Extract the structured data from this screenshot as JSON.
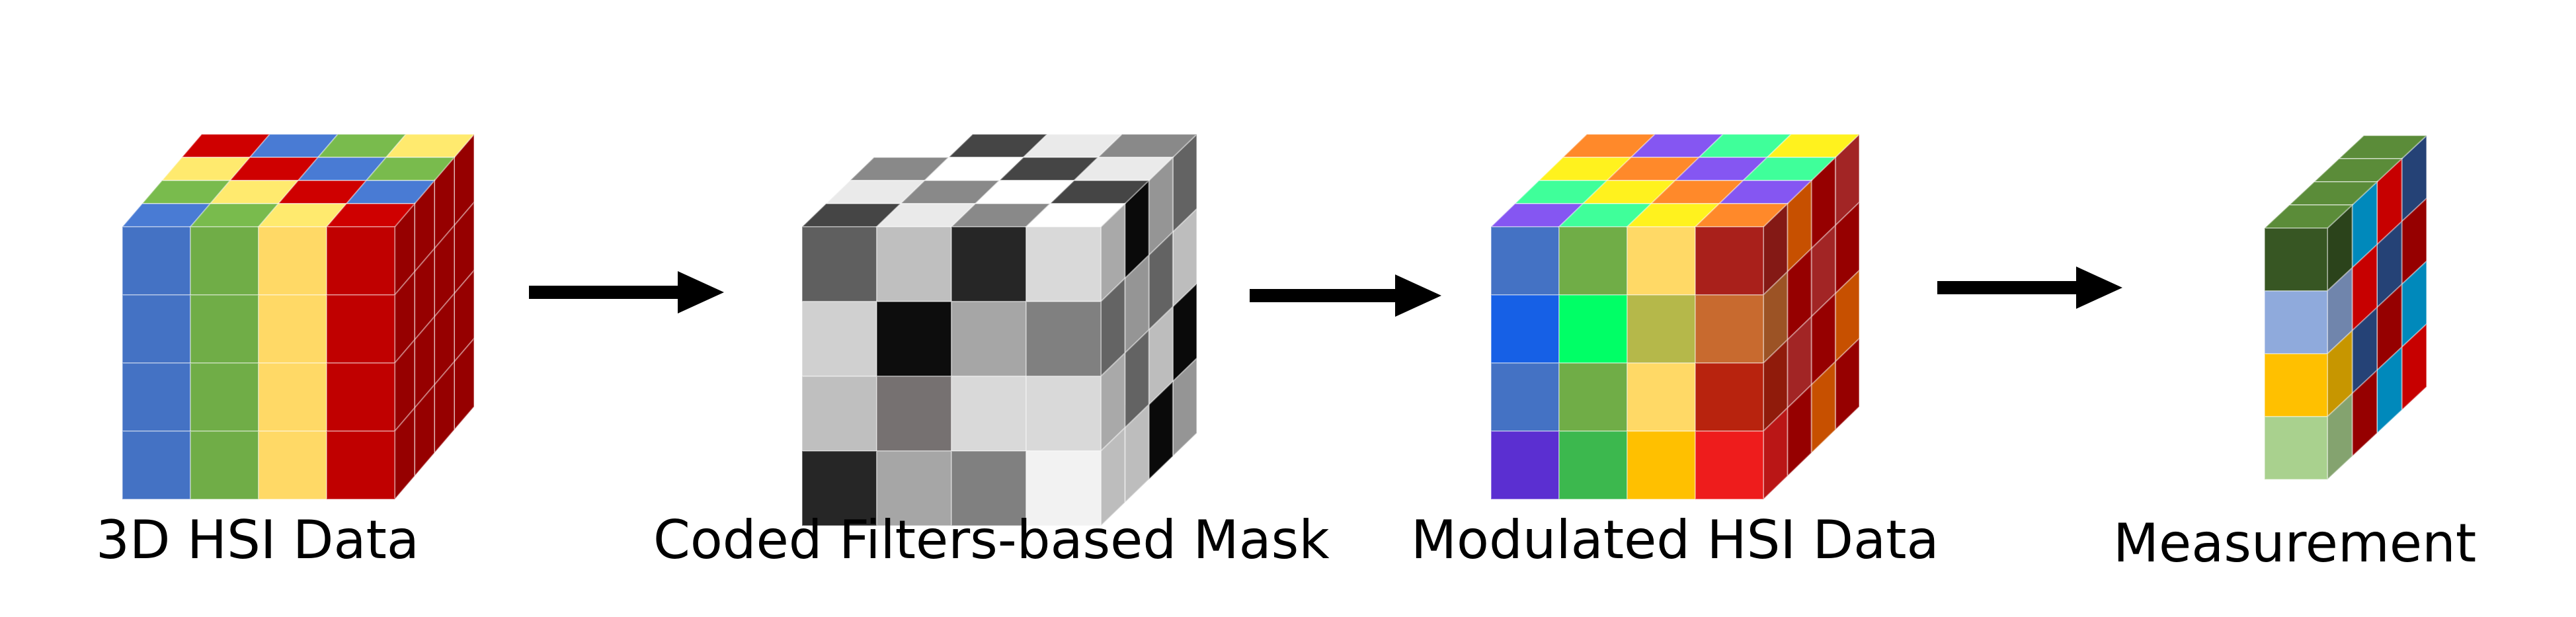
{
  "stages": [
    {
      "label": "3D HSI Data",
      "front_colors": [
        [
          "#4472c4",
          "#70ad47",
          "#ffd966",
          "#c00000"
        ],
        [
          "#4472c4",
          "#70ad47",
          "#ffd966",
          "#c00000"
        ],
        [
          "#4472c4",
          "#70ad47",
          "#ffd966",
          "#c00000"
        ],
        [
          "#4472c4",
          "#70ad47",
          "#ffd966",
          "#c00000"
        ]
      ],
      "top_colors": [
        "#4472c4",
        "#70ad47",
        "#ffd966",
        "#c00000"
      ],
      "side_colors": [
        "#c00000",
        "#c00000",
        "#c00000",
        "#c00000"
      ]
    },
    {
      "label": "Coded Filters-based Mask",
      "front_colors": [
        [
          "#5f5f5f",
          "#bfbfbf",
          "#262626",
          "#d9d9d9"
        ],
        [
          "#d0d0d0",
          "#0d0d0d",
          "#a6a6a6",
          "#808080"
        ],
        [
          "#bfbfbf",
          "#767171",
          "#d9d9d9",
          "#d9d9d9"
        ],
        [
          "#262626",
          "#a6a6a6",
          "#808080",
          "#f2f2f2"
        ]
      ],
      "top_colors": [
        "#404040",
        "#d9d9d9",
        "#7f7f7f",
        "#f2f2f2"
      ],
      "side_colors": [
        "#f2f2f2",
        "#0d0d0d",
        "#bfbfbf",
        "#7f7f7f"
      ]
    },
    {
      "label": "Modulated HSI Data",
      "front_colors": [
        [
          "#4472c4",
          "#70ad47",
          "#ffd966",
          "#a9201b"
        ],
        [
          "#1660e6",
          "#00ff66",
          "#b5b84a",
          "#c86a2f"
        ],
        [
          "#4472c4",
          "#70ad47",
          "#ffd966",
          "#b8230e"
        ],
        [
          "#5b2fd1",
          "#3cb84e",
          "#ffc000",
          "#ee1c1c"
        ]
      ],
      "top_colors": [
        "#7b50e0",
        "#3aef8f",
        "#f2e01c",
        "#ff7f27"
      ],
      "side_colors": [
        "#c00000",
        "#ff6600",
        "#c00000",
        "#d03030"
      ]
    },
    {
      "label": "Measurement",
      "front_colors": [
        [
          "#375623"
        ],
        [
          "#8faadc"
        ],
        [
          "#ffc000"
        ],
        [
          "#a9d18e"
        ]
      ],
      "top_colors": [
        "#548235"
      ],
      "side_colors": [
        "#00b050",
        "#ffff00",
        "#f4b183",
        "#2e75b6"
      ],
      "back_colors": [
        "#c00000",
        "#00b0f0",
        "#ff0000",
        "#2f5597"
      ]
    }
  ],
  "arrows": 3
}
